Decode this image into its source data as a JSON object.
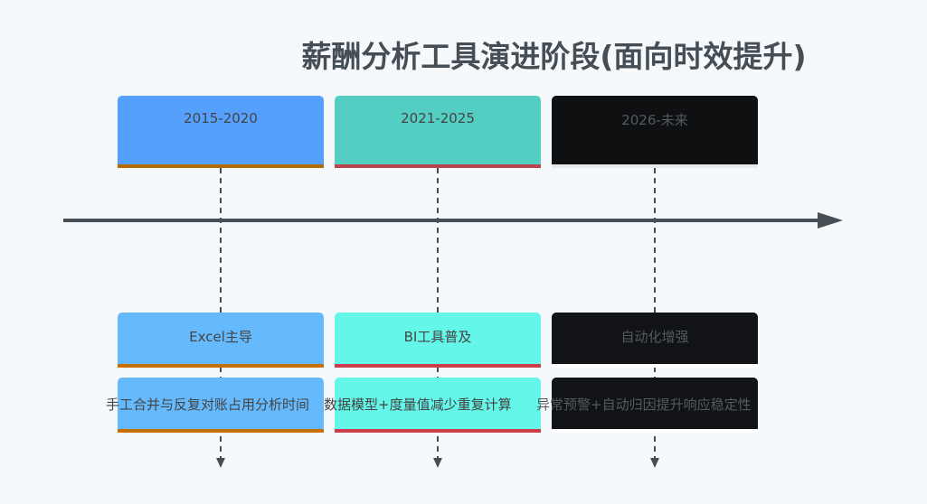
{
  "title": "薪酬分析工具演进阶段(面向时效提升)",
  "periods": [
    {
      "label": "2015-2020",
      "stage": "Excel主导",
      "desc": "手工合并与反复对账占用分析时间",
      "color": "#559ffd",
      "stage_color": "#65bafe",
      "border": "#b36a00"
    },
    {
      "label": "2021-2025",
      "stage": "BI工具普及",
      "desc": "数据模型+度量值减少重复计算",
      "color": "#54cec2",
      "stage_color": "#64f6e8",
      "border": "#b8444d"
    },
    {
      "label": "2026-未来",
      "stage": "自动化增强",
      "desc": "异常预警+自动归因提升响应稳定性",
      "color": "#0f1012",
      "stage_color": "#121317",
      "border": "#e8e8e8"
    }
  ]
}
